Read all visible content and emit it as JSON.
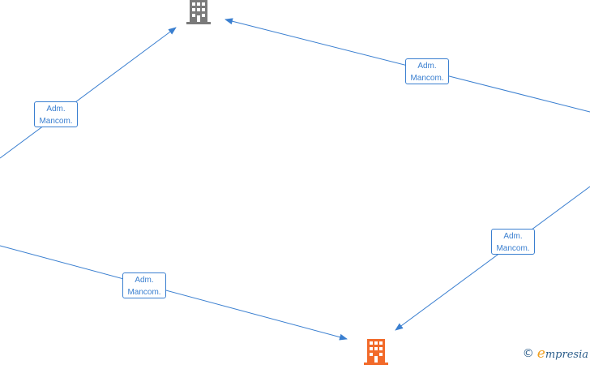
{
  "diagram": {
    "nodes": [
      {
        "id": "company-top",
        "icon": "building-icon",
        "color": "#7a7a7a"
      },
      {
        "id": "company-bottom",
        "icon": "building-icon",
        "color": "#f26a2a"
      }
    ],
    "edges": [
      {
        "line1": "Adm.",
        "line2": "Mancom."
      },
      {
        "line1": "Adm.",
        "line2": "Mancom."
      },
      {
        "line1": "Adm.",
        "line2": "Mancom."
      },
      {
        "line1": "Adm.",
        "line2": "Mancom."
      }
    ],
    "edge_color": "#3a7fd0"
  },
  "watermark": {
    "copyright_symbol": "©",
    "brand_initial": "e",
    "brand_rest": "mpresia"
  }
}
